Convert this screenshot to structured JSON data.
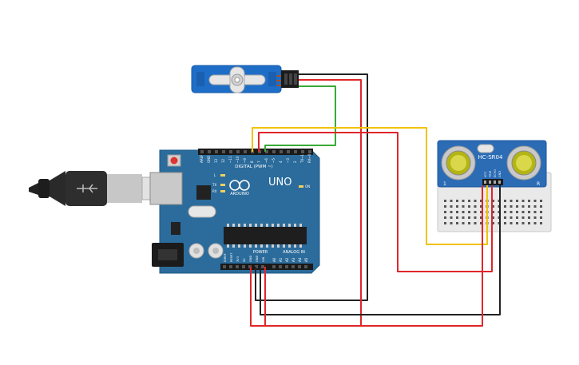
{
  "arduino": {
    "brand": "ARDUINO",
    "model": "UNO",
    "digital_label": "DIGITAL (PWM ~)",
    "power_label": "POWER",
    "analog_label": "ANALOG IN",
    "led_l": "L",
    "led_tx": "TX",
    "led_rx": "RX",
    "led_on": "ON",
    "digital_pins": [
      "AREF",
      "GND",
      "13",
      "12",
      "~11",
      "~10",
      "~9",
      "8",
      "7",
      "~6",
      "~5",
      "4",
      "~3",
      "2",
      "TX→1",
      "RX←0"
    ],
    "power_pins": [
      "IOREF",
      "RESET",
      "3V3",
      "5V",
      "GND",
      "GND",
      "VIN"
    ],
    "analog_pins": [
      "A0",
      "A1",
      "A2",
      "A3",
      "A4",
      "A5"
    ]
  },
  "sensor": {
    "label": "HC-SR04",
    "corner_left": "1",
    "corner_right": "R",
    "pins": [
      "VCC",
      "TRIG",
      "ECHO",
      "GND"
    ]
  },
  "colors": {
    "board": "#2b6c9c",
    "board_dark": "#1f5a86",
    "sensor_pcb": "#2b6cb5",
    "wire_red": "#e0262a",
    "wire_black": "#222222",
    "wire_yellow": "#f2c200",
    "wire_green": "#3aaa35",
    "servo_body": "#1e6ec8"
  }
}
